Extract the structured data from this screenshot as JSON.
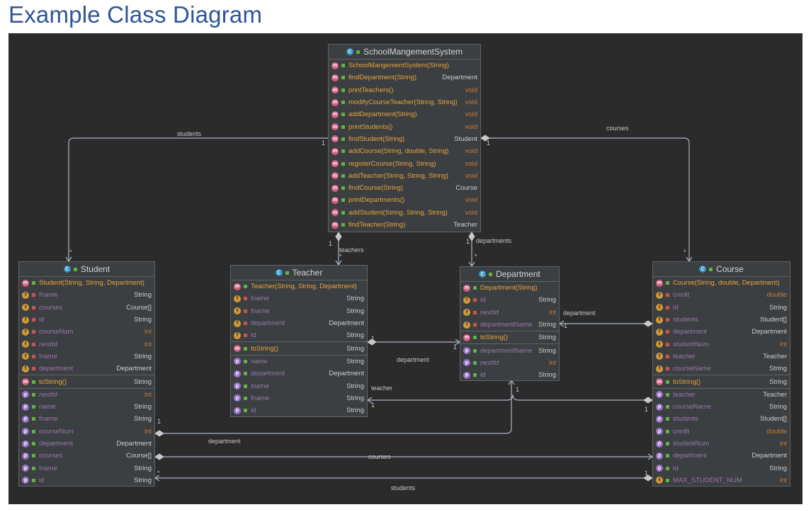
{
  "title": "Example Class Diagram",
  "relation_labels": {
    "students_top": "students",
    "courses_top": "courses",
    "teachers": "teachers",
    "departments": "departments",
    "department_course": "department",
    "department_teacher": "department",
    "teacher_course": "teacher",
    "department_student": "department",
    "courses_bottom": "courses",
    "students_bottom": "students"
  },
  "multiplicity": {
    "one": "1",
    "many": "*"
  },
  "classes": {
    "sms": {
      "name": "SchoolMangementSystem",
      "rows": [
        {
          "kind": "m",
          "vis": "pub",
          "name": "SchoolMangementSystem(String)",
          "type": "",
          "style": "orange"
        },
        {
          "kind": "m",
          "vis": "pub",
          "name": "findDepartment(String)",
          "type": "Department",
          "style": "orange"
        },
        {
          "kind": "m",
          "vis": "pub",
          "name": "printTeachers()",
          "type": "void",
          "style": "orange"
        },
        {
          "kind": "m",
          "vis": "pub",
          "name": "modifyCourseTeacher(String, String)",
          "type": "void",
          "style": "orange"
        },
        {
          "kind": "m",
          "vis": "pub",
          "name": "addDepartment(String)",
          "type": "void",
          "style": "orange"
        },
        {
          "kind": "m",
          "vis": "pub",
          "name": "printStudents()",
          "type": "void",
          "style": "orange"
        },
        {
          "kind": "m",
          "vis": "pub",
          "name": "findStudent(String)",
          "type": "Student",
          "style": "orange"
        },
        {
          "kind": "m",
          "vis": "pub",
          "name": "addCourse(String, double, String)",
          "type": "void",
          "style": "orange"
        },
        {
          "kind": "m",
          "vis": "pub",
          "name": "registerCourse(String, String)",
          "type": "void",
          "style": "orange"
        },
        {
          "kind": "m",
          "vis": "pub",
          "name": "addTeacher(String, String, String)",
          "type": "void",
          "style": "orange"
        },
        {
          "kind": "m",
          "vis": "pub",
          "name": "findCourse(String)",
          "type": "Course",
          "style": "orange"
        },
        {
          "kind": "m",
          "vis": "pub",
          "name": "printDepartments()",
          "type": "void",
          "style": "orange"
        },
        {
          "kind": "m",
          "vis": "pub",
          "name": "addStudent(String, String, String)",
          "type": "void",
          "style": "orange"
        },
        {
          "kind": "m",
          "vis": "pub",
          "name": "findTeacher(String)",
          "type": "Teacher",
          "style": "orange"
        }
      ]
    },
    "student": {
      "name": "Student",
      "rows": [
        {
          "kind": "m",
          "vis": "pub",
          "name": "Student(String, String, Department)",
          "type": "",
          "style": "orange"
        },
        {
          "kind": "f",
          "vis": "priv",
          "name": "fname",
          "type": "String",
          "style": "purple"
        },
        {
          "kind": "f",
          "vis": "priv",
          "name": "courses",
          "type": "Course[]",
          "style": "purple"
        },
        {
          "kind": "f",
          "vis": "priv",
          "name": "id",
          "type": "String",
          "style": "purple"
        },
        {
          "kind": "f",
          "vis": "priv",
          "name": "courseNum",
          "type": "int",
          "style": "purple"
        },
        {
          "kind": "f",
          "vis": "priv",
          "name": "nextId",
          "type": "int",
          "style": "purple italic"
        },
        {
          "kind": "f",
          "vis": "priv",
          "name": "lname",
          "type": "String",
          "style": "purple"
        },
        {
          "kind": "f",
          "vis": "priv",
          "name": "department",
          "type": "Department",
          "style": "purple"
        },
        {
          "kind": "m",
          "vis": "pub",
          "name": "toString()",
          "type": "String",
          "style": "orange",
          "sep": true
        },
        {
          "kind": "p",
          "vis": "pub",
          "name": "nextId",
          "type": "int",
          "style": "purple italic",
          "sep": true
        },
        {
          "kind": "p",
          "vis": "pub",
          "name": "name",
          "type": "String",
          "style": "purple"
        },
        {
          "kind": "p",
          "vis": "pub",
          "name": "fname",
          "type": "String",
          "style": "purple"
        },
        {
          "kind": "p",
          "vis": "pub",
          "name": "courseNum",
          "type": "int",
          "style": "purple"
        },
        {
          "kind": "p",
          "vis": "pub",
          "name": "department",
          "type": "Department",
          "style": "purple"
        },
        {
          "kind": "p",
          "vis": "pub",
          "name": "courses",
          "type": "Course[]",
          "style": "purple"
        },
        {
          "kind": "p",
          "vis": "pub",
          "name": "lname",
          "type": "String",
          "style": "purple"
        },
        {
          "kind": "p",
          "vis": "pub",
          "name": "id",
          "type": "String",
          "style": "purple"
        }
      ]
    },
    "teacher": {
      "name": "Teacher",
      "rows": [
        {
          "kind": "m",
          "vis": "pub",
          "name": "Teacher(String, String, Department)",
          "type": "",
          "style": "orange"
        },
        {
          "kind": "f",
          "vis": "priv",
          "name": "lname",
          "type": "String",
          "style": "purple"
        },
        {
          "kind": "f",
          "vis": "priv",
          "name": "fname",
          "type": "String",
          "style": "purple"
        },
        {
          "kind": "f",
          "vis": "priv",
          "name": "department",
          "type": "Department",
          "style": "purple"
        },
        {
          "kind": "f",
          "vis": "priv",
          "name": "id",
          "type": "String",
          "style": "purple"
        },
        {
          "kind": "m",
          "vis": "pub",
          "name": "toString()",
          "type": "String",
          "style": "orange",
          "sep": true
        },
        {
          "kind": "p",
          "vis": "pub",
          "name": "name",
          "type": "String",
          "style": "purple",
          "sep": true
        },
        {
          "kind": "p",
          "vis": "pub",
          "name": "department",
          "type": "Department",
          "style": "purple"
        },
        {
          "kind": "p",
          "vis": "pub",
          "name": "lname",
          "type": "String",
          "style": "purple"
        },
        {
          "kind": "p",
          "vis": "pub",
          "name": "fname",
          "type": "String",
          "style": "purple"
        },
        {
          "kind": "p",
          "vis": "pub",
          "name": "id",
          "type": "String",
          "style": "purple"
        }
      ]
    },
    "department": {
      "name": "Department",
      "rows": [
        {
          "kind": "m",
          "vis": "pub",
          "name": "Department(String)",
          "type": "",
          "style": "orange"
        },
        {
          "kind": "f",
          "vis": "priv",
          "name": "id",
          "type": "String",
          "style": "purple"
        },
        {
          "kind": "f",
          "vis": "priv",
          "name": "nextId",
          "type": "int",
          "style": "purple italic"
        },
        {
          "kind": "f",
          "vis": "priv",
          "name": "departmentName",
          "type": "String",
          "style": "purple"
        },
        {
          "kind": "m",
          "vis": "pub",
          "name": "toString()",
          "type": "String",
          "style": "orange",
          "sep": true
        },
        {
          "kind": "p",
          "vis": "pub",
          "name": "departmentName",
          "type": "String",
          "style": "purple",
          "sep": true
        },
        {
          "kind": "p",
          "vis": "pub",
          "name": "nextId",
          "type": "int",
          "style": "purple italic"
        },
        {
          "kind": "p",
          "vis": "pub",
          "name": "id",
          "type": "String",
          "style": "purple"
        }
      ]
    },
    "course": {
      "name": "Course",
      "rows": [
        {
          "kind": "m",
          "vis": "pub",
          "name": "Course(String, double, Department)",
          "type": "",
          "style": "orange"
        },
        {
          "kind": "f",
          "vis": "priv",
          "name": "credit",
          "type": "double",
          "style": "purple"
        },
        {
          "kind": "f",
          "vis": "priv",
          "name": "id",
          "type": "String",
          "style": "purple"
        },
        {
          "kind": "f",
          "vis": "priv",
          "name": "students",
          "type": "Student[]",
          "style": "purple"
        },
        {
          "kind": "f",
          "vis": "priv",
          "name": "department",
          "type": "Department",
          "style": "purple"
        },
        {
          "kind": "f",
          "vis": "priv",
          "name": "studentNum",
          "type": "int",
          "style": "purple"
        },
        {
          "kind": "f",
          "vis": "priv",
          "name": "teacher",
          "type": "Teacher",
          "style": "purple"
        },
        {
          "kind": "f",
          "vis": "priv",
          "name": "courseName",
          "type": "String",
          "style": "purple"
        },
        {
          "kind": "m",
          "vis": "pub",
          "name": "toString()",
          "type": "String",
          "style": "orange",
          "sep": true
        },
        {
          "kind": "p",
          "vis": "pub",
          "name": "teacher",
          "type": "Teacher",
          "style": "purple",
          "sep": true
        },
        {
          "kind": "p",
          "vis": "pub",
          "name": "courseName",
          "type": "String",
          "style": "purple"
        },
        {
          "kind": "p",
          "vis": "pub",
          "name": "students",
          "type": "Student[]",
          "style": "purple"
        },
        {
          "kind": "p",
          "vis": "pub",
          "name": "credit",
          "type": "double",
          "style": "purple"
        },
        {
          "kind": "p",
          "vis": "pub",
          "name": "studentNum",
          "type": "int",
          "style": "purple"
        },
        {
          "kind": "p",
          "vis": "pub",
          "name": "department",
          "type": "Department",
          "style": "purple"
        },
        {
          "kind": "p",
          "vis": "pub",
          "name": "id",
          "type": "String",
          "style": "purple"
        },
        {
          "kind": "f",
          "vis": "pub",
          "name": "MAX_STUDENT_NUM",
          "type": "int",
          "style": "purple"
        }
      ]
    }
  }
}
